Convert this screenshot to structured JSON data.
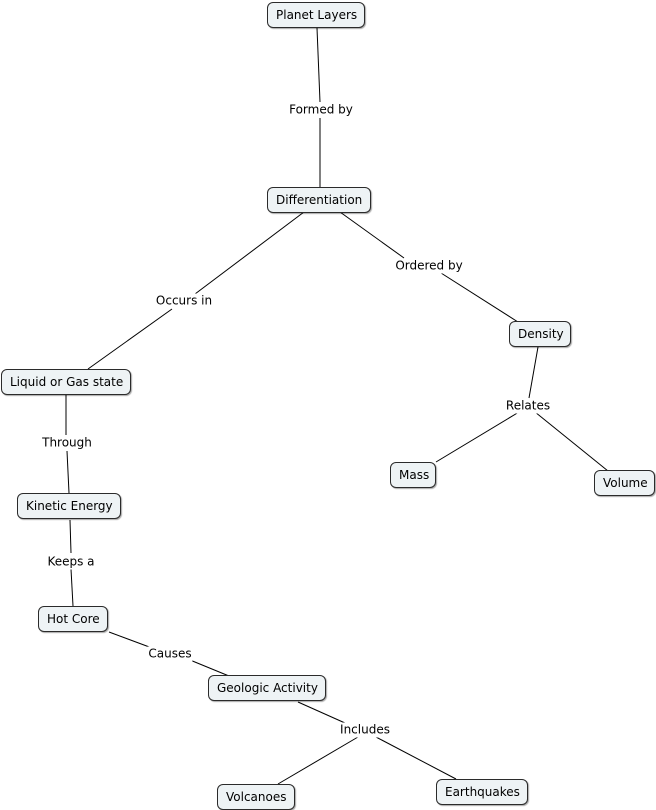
{
  "concept_map": {
    "nodes": {
      "planet_layers": "Planet Layers",
      "differentiation": "Differentiation",
      "liquid_gas": "Liquid or Gas state",
      "density": "Density",
      "mass": "Mass",
      "volume": "Volume",
      "kinetic_energy": "Kinetic Energy",
      "hot_core": "Hot Core",
      "geologic_activity": "Geologic Activity",
      "volcanoes": "Volcanoes",
      "earthquakes": "Earthquakes"
    },
    "links": {
      "formed_by": "Formed by",
      "occurs_in": "Occurs in",
      "ordered_by": "Ordered by",
      "relates": "Relates",
      "through": "Through",
      "keeps_a": "Keeps a",
      "causes": "Causes",
      "includes": "Includes"
    }
  }
}
